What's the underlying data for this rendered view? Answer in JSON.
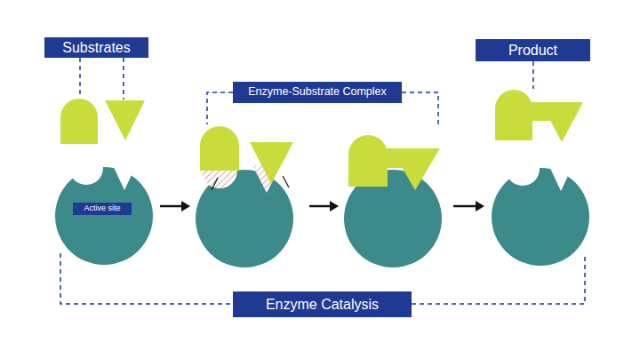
{
  "diagram": {
    "nodes": [
      {
        "text": [
          "Substrates"
        ]
      },
      {
        "text": [
          "Product"
        ]
      },
      {
        "text": [
          "Enzyme-Substrate Complex"
        ]
      },
      {
        "text": [
          "Active site"
        ]
      },
      {
        "text": [
          "Enzyme Catalysis"
        ]
      }
    ]
  }
}
